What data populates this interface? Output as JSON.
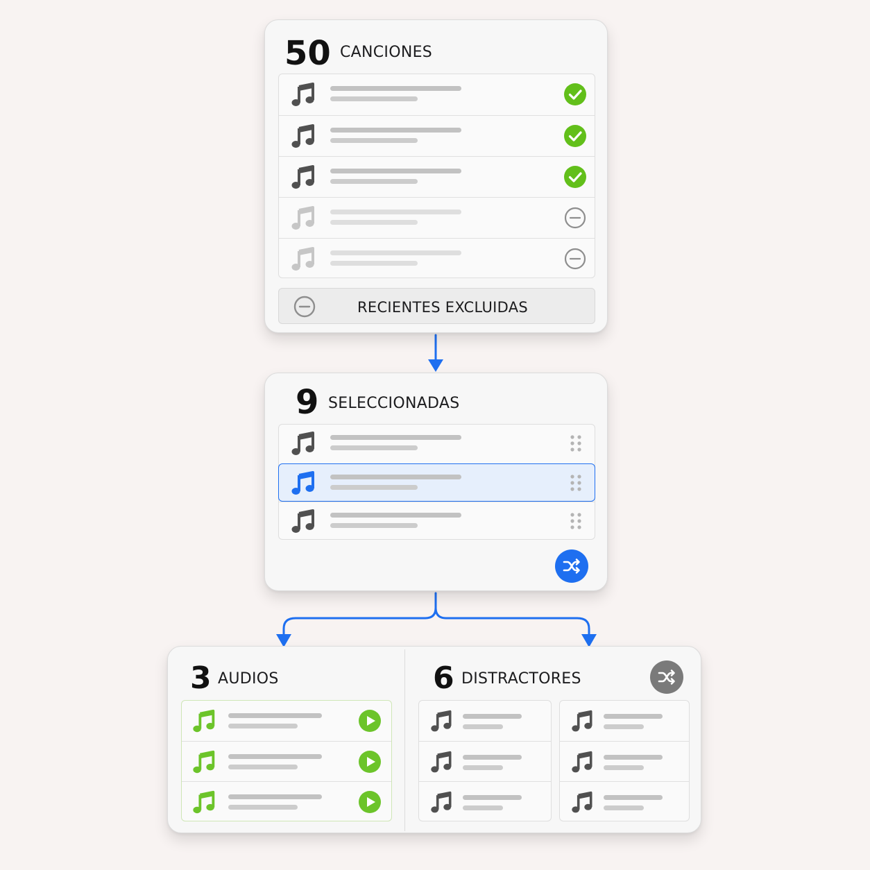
{
  "colors": {
    "accent_blue": "#1e6ff0",
    "check_green": "#62bf1a",
    "audio_green": "#6cc42a",
    "note_dark": "#505050",
    "note_faded": "#c6c6c6",
    "excluded_gray": "#8e8e8e",
    "shuffle_gray": "#7a7a7a"
  },
  "library": {
    "count": "50",
    "label": "CANCIONES",
    "rows": [
      {
        "icon": "music-note-icon",
        "status": "check-circle-icon"
      },
      {
        "icon": "music-note-icon",
        "status": "check-circle-icon"
      },
      {
        "icon": "music-note-icon",
        "status": "check-circle-icon"
      },
      {
        "icon": "music-note-icon",
        "status": "minus-circle-icon"
      },
      {
        "icon": "music-note-icon",
        "status": "minus-circle-icon"
      }
    ],
    "excluded_label": "RECIENTES EXCLUIDAS"
  },
  "selected": {
    "count": "9",
    "label": "SELECCIONADAS",
    "rows": [
      {
        "icon": "music-note-icon",
        "handle": "drag-handle-icon"
      },
      {
        "icon": "music-note-icon",
        "handle": "drag-handle-icon"
      },
      {
        "icon": "music-note-icon",
        "handle": "drag-handle-icon"
      }
    ],
    "shuffle_icon": "shuffle-icon"
  },
  "audios": {
    "count": "3",
    "label": "AUDIOS",
    "rows": [
      {
        "icon": "music-note-icon",
        "action": "play-icon"
      },
      {
        "icon": "music-note-icon",
        "action": "play-icon"
      },
      {
        "icon": "music-note-icon",
        "action": "play-icon"
      }
    ]
  },
  "distractors": {
    "count": "6",
    "label": "DISTRACTORES",
    "shuffle_icon": "shuffle-icon",
    "columns": [
      [
        {
          "icon": "music-note-icon"
        },
        {
          "icon": "music-note-icon"
        },
        {
          "icon": "music-note-icon"
        }
      ],
      [
        {
          "icon": "music-note-icon"
        },
        {
          "icon": "music-note-icon"
        },
        {
          "icon": "music-note-icon"
        }
      ]
    ]
  }
}
